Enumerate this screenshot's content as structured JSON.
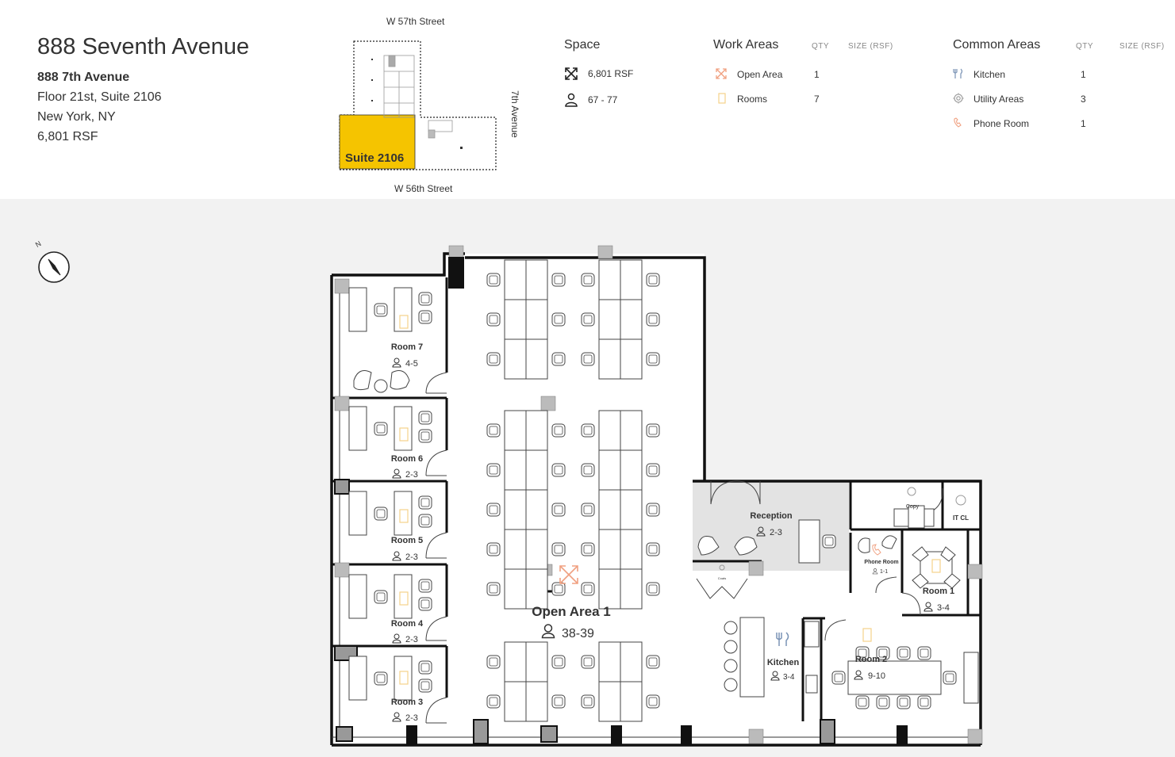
{
  "building": {
    "title": "888 Seventh Avenue",
    "address_line1": "888 7th Avenue",
    "address_line2": "Floor 21st, Suite 2106",
    "address_line3": "New York, NY",
    "address_line4": "6,801 RSF"
  },
  "keyplan": {
    "street_top": "W 57th Street",
    "street_bottom": "W 56th Street",
    "street_right": "7th Avenue",
    "suite_label": "Suite 2106",
    "highlight_color": "#f5c400"
  },
  "space": {
    "heading": "Space",
    "size_icon": "expand-arrows-icon",
    "size": "6,801 RSF",
    "people_icon": "person-icon",
    "people": "67 - 77"
  },
  "work_areas": {
    "heading": "Work Areas",
    "qty_header": "QTY",
    "size_header": "SIZE (RSF)",
    "rows": [
      {
        "icon": "open-area-icon",
        "label": "Open Area",
        "qty": "1"
      },
      {
        "icon": "room-icon",
        "label": "Rooms",
        "qty": "7"
      }
    ]
  },
  "common_areas": {
    "heading": "Common Areas",
    "qty_header": "QTY",
    "size_header": "SIZE (RSF)",
    "rows": [
      {
        "icon": "fork-knife-icon",
        "label": "Kitchen",
        "qty": "1"
      },
      {
        "icon": "gear-icon",
        "label": "Utility Areas",
        "qty": "3"
      },
      {
        "icon": "phone-icon",
        "label": "Phone Room",
        "qty": "1"
      }
    ]
  },
  "compass": {
    "north_label": "N"
  },
  "floorplan": {
    "rooms": [
      {
        "name": "Room 7",
        "capacity": "4-5"
      },
      {
        "name": "Room 6",
        "capacity": "2-3"
      },
      {
        "name": "Room 5",
        "capacity": "2-3"
      },
      {
        "name": "Room 4",
        "capacity": "2-3"
      },
      {
        "name": "Room 3",
        "capacity": "2-3"
      }
    ],
    "open_area": {
      "name": "Open Area 1",
      "capacity": "38-39"
    },
    "reception": {
      "name": "Reception",
      "capacity": "2-3"
    },
    "coats": "Coats",
    "copy": "Copy",
    "it_closet": "IT CL",
    "phone_room": {
      "name": "Phone Room",
      "capacity": "1-1"
    },
    "room1": {
      "name": "Room 1",
      "capacity": "3-4"
    },
    "kitchen": {
      "name": "Kitchen",
      "capacity": "3-4"
    },
    "room2": {
      "name": "Room 2",
      "capacity": "9-10"
    },
    "colors": {
      "work_accent": "#f0a080",
      "room_accent": "#f5d28a",
      "kitchen_accent": "#7a93b5",
      "utility_gray": "#e0e0e0"
    }
  }
}
